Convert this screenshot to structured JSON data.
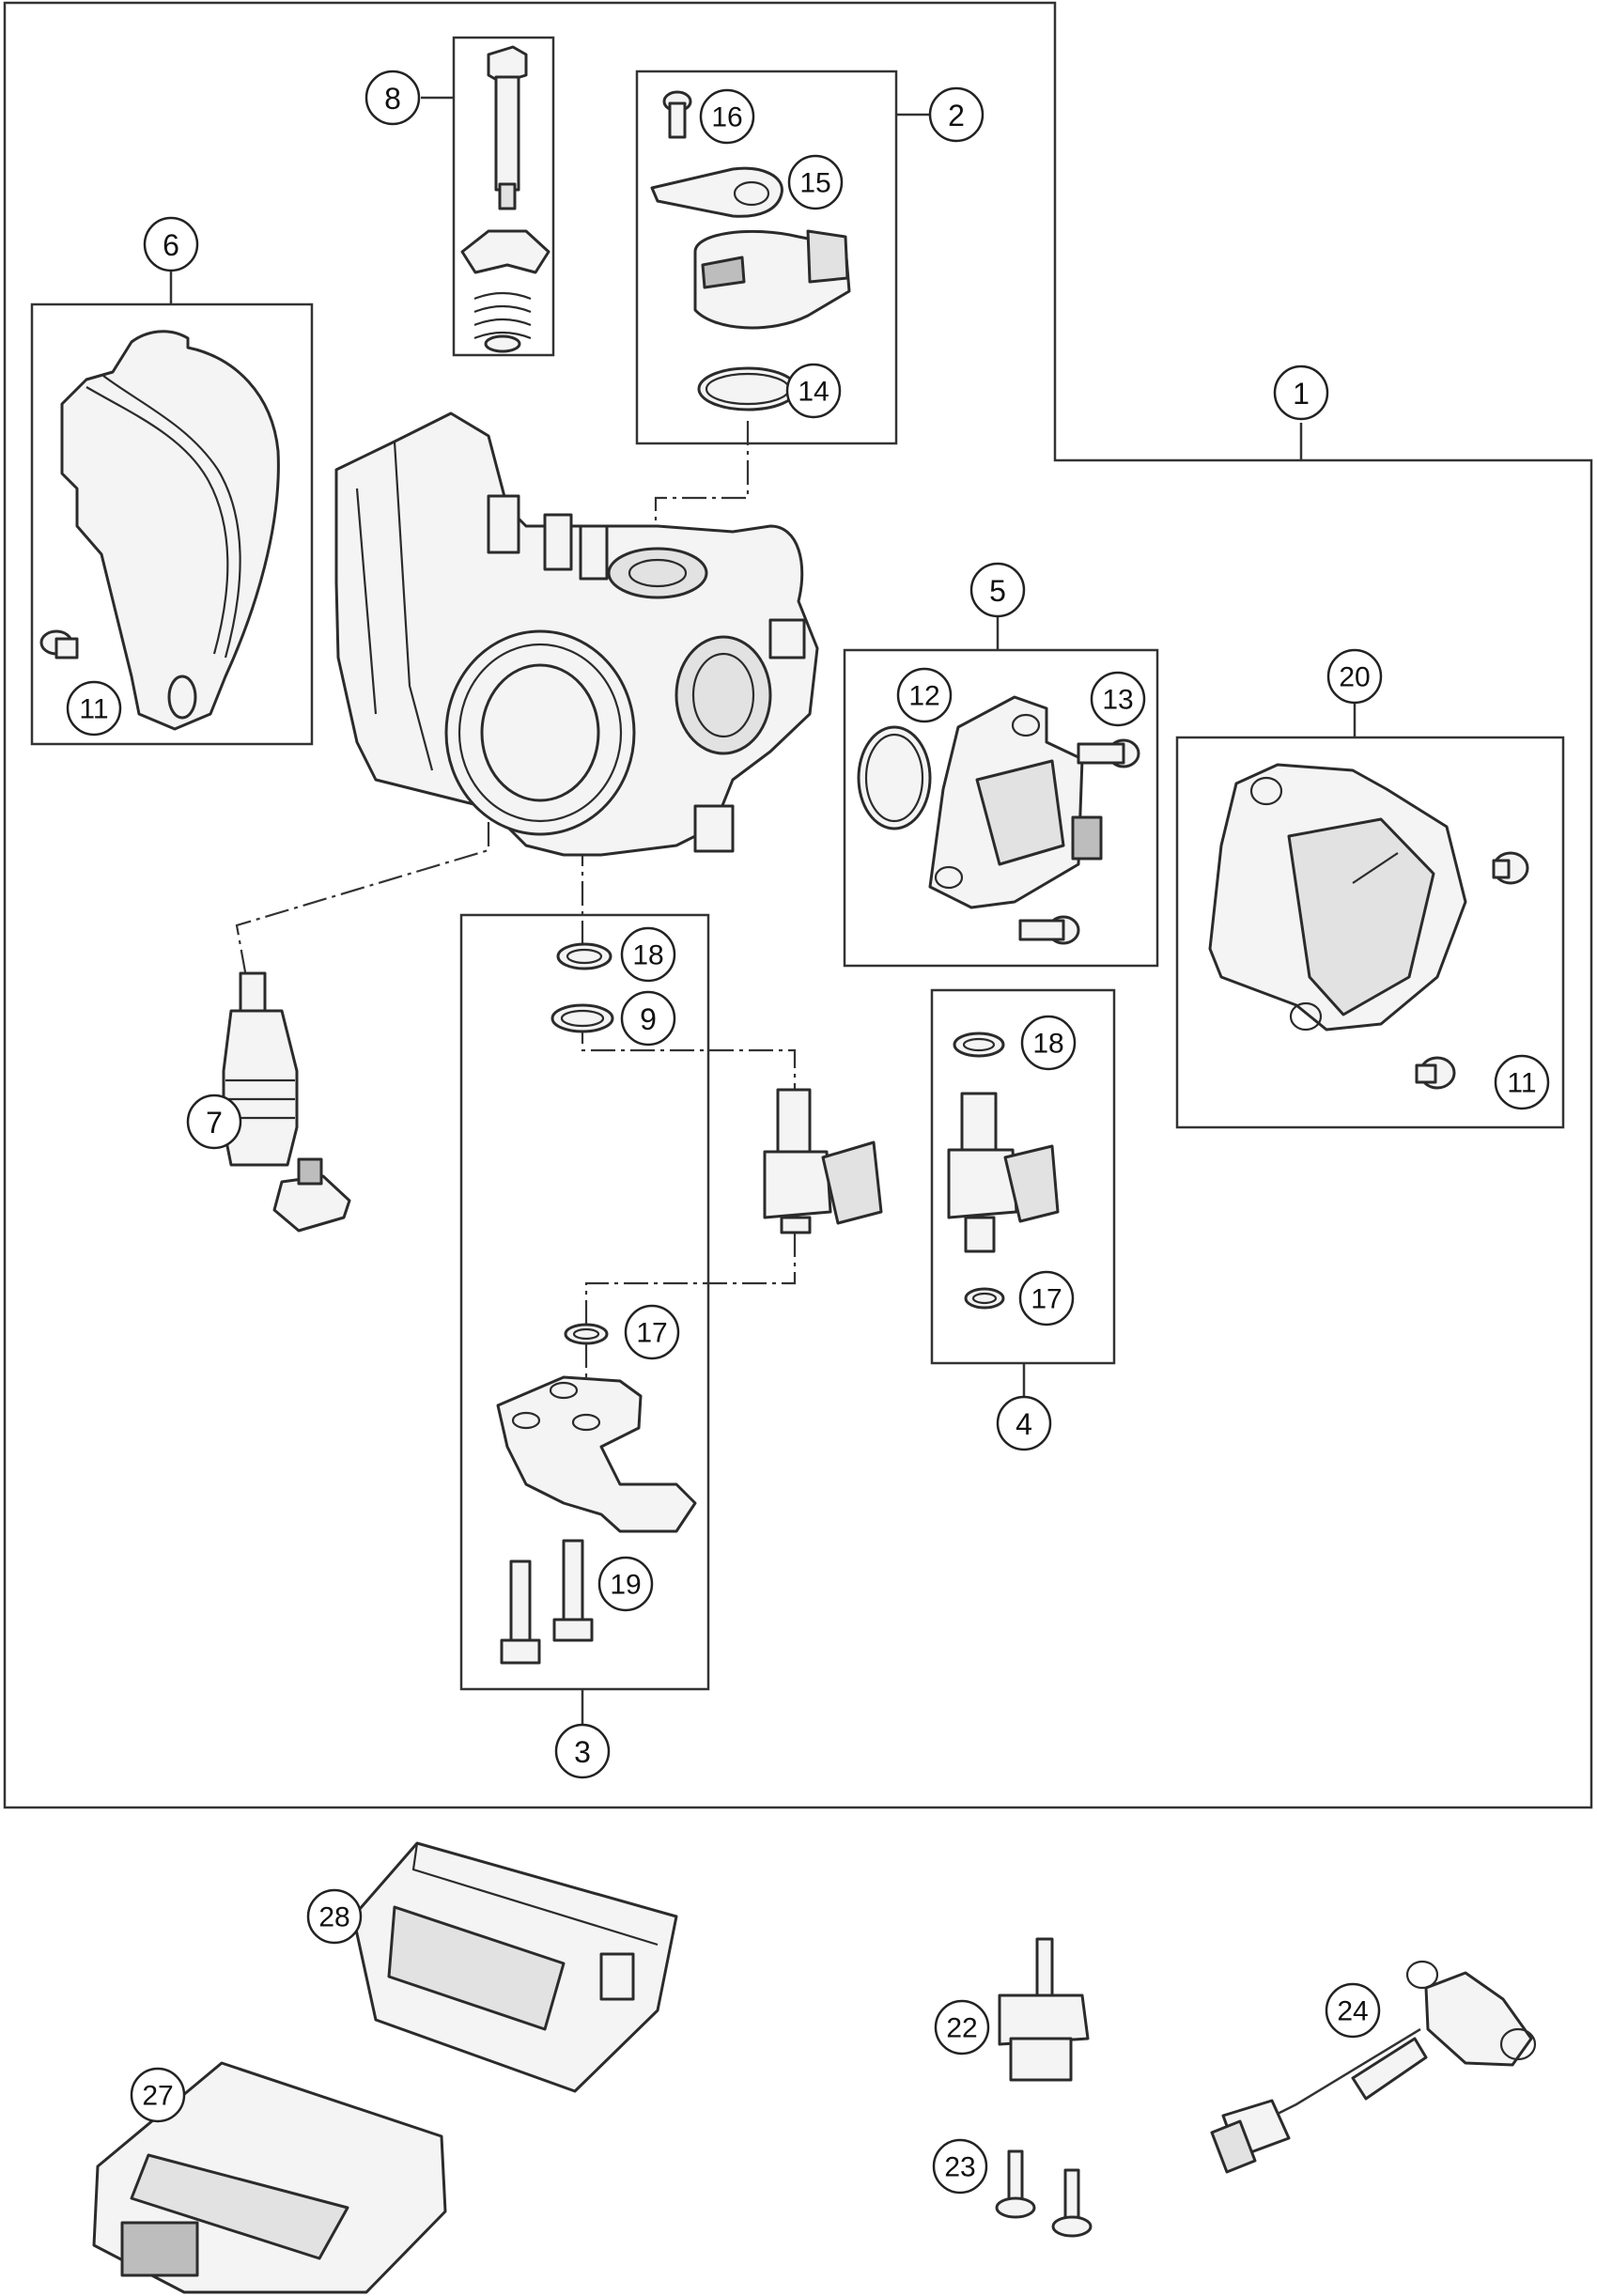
{
  "callouts": [
    {
      "id": "c1",
      "label": "1"
    },
    {
      "id": "c2",
      "label": "2"
    },
    {
      "id": "c3",
      "label": "3"
    },
    {
      "id": "c4",
      "label": "4"
    },
    {
      "id": "c5",
      "label": "5"
    },
    {
      "id": "c6",
      "label": "6"
    },
    {
      "id": "c7",
      "label": "7"
    },
    {
      "id": "c8",
      "label": "8"
    },
    {
      "id": "c9",
      "label": "9"
    },
    {
      "id": "c11a",
      "label": "11"
    },
    {
      "id": "c11b",
      "label": "11"
    },
    {
      "id": "c12",
      "label": "12"
    },
    {
      "id": "c13",
      "label": "13"
    },
    {
      "id": "c14",
      "label": "14"
    },
    {
      "id": "c15",
      "label": "15"
    },
    {
      "id": "c16",
      "label": "16"
    },
    {
      "id": "c17a",
      "label": "17"
    },
    {
      "id": "c17b",
      "label": "17"
    },
    {
      "id": "c18a",
      "label": "18"
    },
    {
      "id": "c18b",
      "label": "18"
    },
    {
      "id": "c19",
      "label": "19"
    },
    {
      "id": "c20",
      "label": "20"
    },
    {
      "id": "c22",
      "label": "22"
    },
    {
      "id": "c23",
      "label": "23"
    },
    {
      "id": "c24",
      "label": "24"
    },
    {
      "id": "c27",
      "label": "27"
    },
    {
      "id": "c28",
      "label": "28"
    }
  ]
}
